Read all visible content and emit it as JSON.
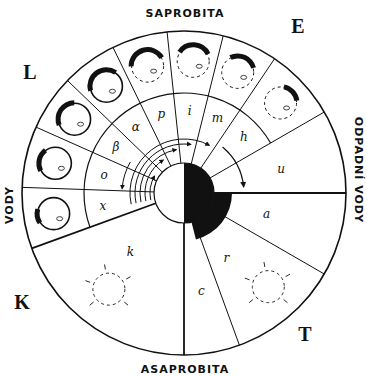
{
  "diagram": {
    "labels": [
      "SAPROBITA",
      "L",
      "E",
      "VODY",
      "ODPADNÍ VODY",
      "x",
      "o",
      "β",
      "α",
      "p",
      "i",
      "m",
      "h",
      "u",
      "k",
      "a",
      "r",
      "c",
      "K",
      "T",
      "ASAPROBITA"
    ]
  }
}
